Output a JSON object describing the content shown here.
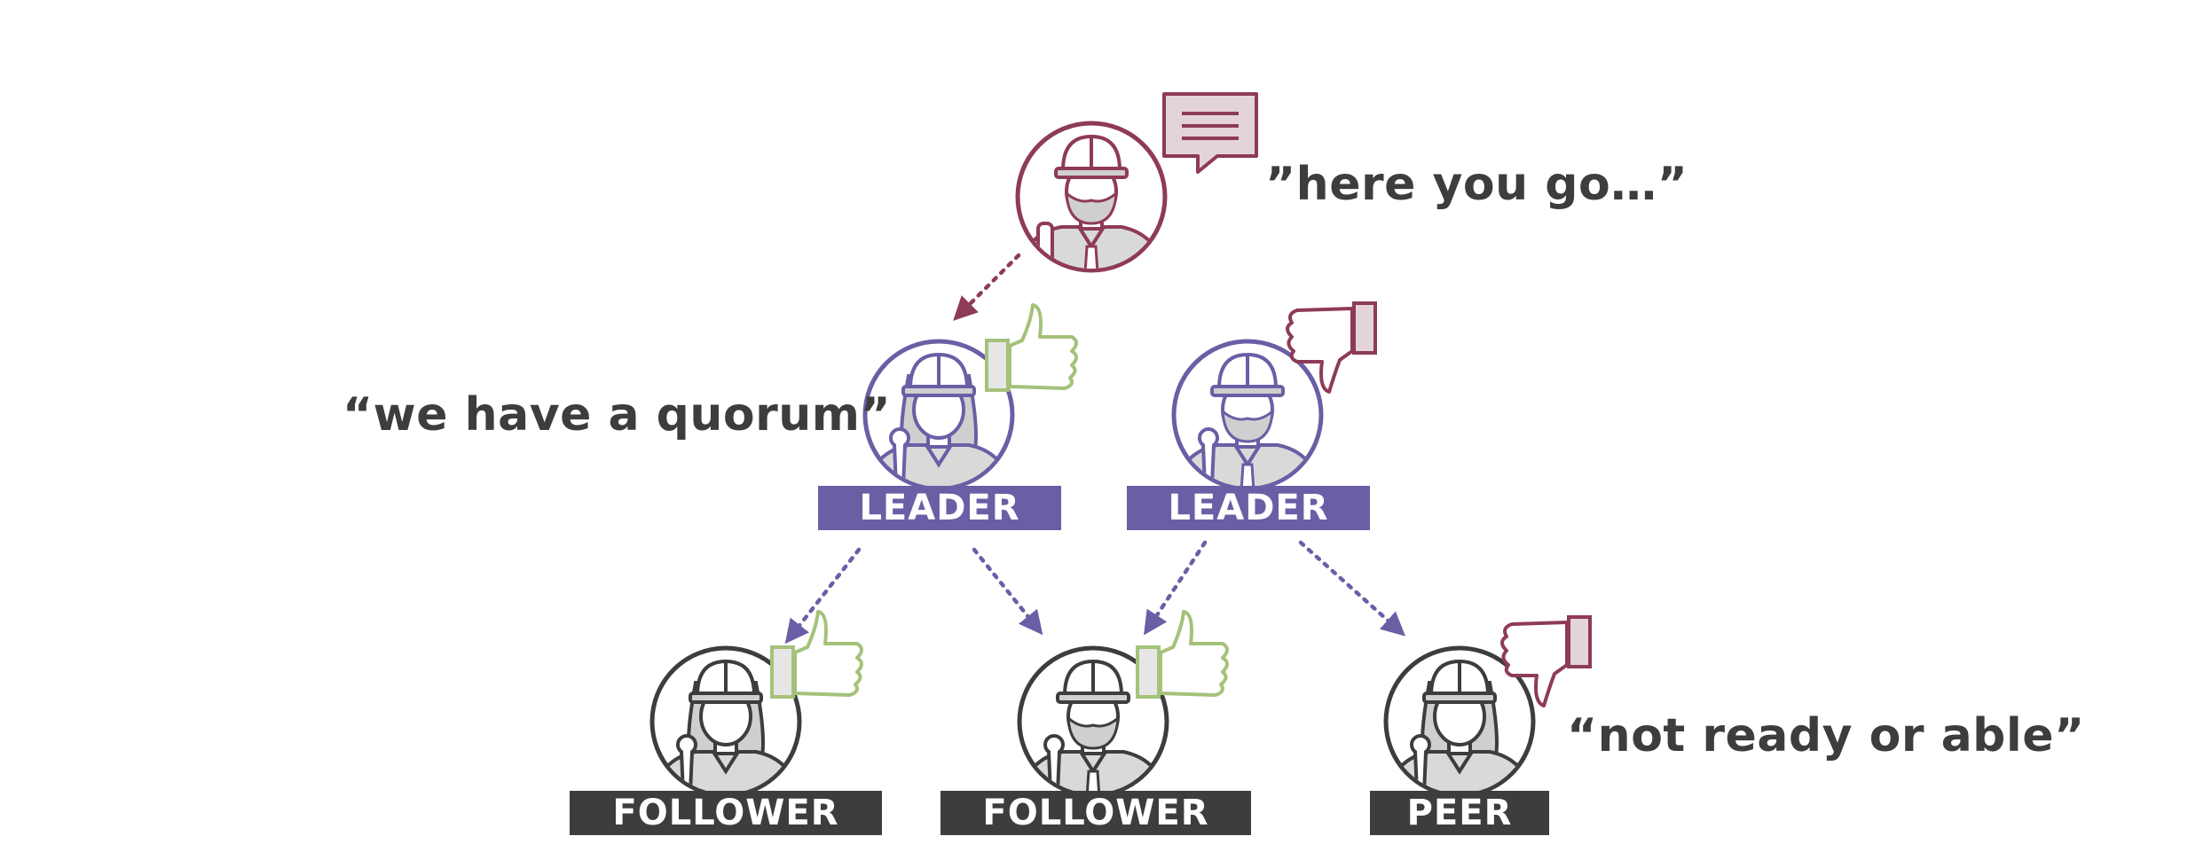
{
  "colors": {
    "initiator": "#8e3a59",
    "leader": "#6b5ea5",
    "follower": "#3d3d3d",
    "approve": "#a4c27a",
    "reject": "#8e3a59",
    "text": "#3d3d3d"
  },
  "quotes": {
    "initiator": "”here you go…”",
    "leader": "“we have a quorum”",
    "peer": "“not ready or able”"
  },
  "nodes": {
    "initiator": {
      "role": "",
      "icon": "male-worker-icon",
      "vote": "",
      "has_message": true
    },
    "leader_left": {
      "role": "LEADER",
      "icon": "female-worker-icon",
      "vote": "approve"
    },
    "leader_right": {
      "role": "LEADER",
      "icon": "male-worker-icon",
      "vote": "reject"
    },
    "follower_left": {
      "role": "FOLLOWER",
      "icon": "female-worker-icon",
      "vote": "approve"
    },
    "follower_middle": {
      "role": "FOLLOWER",
      "icon": "male-worker-icon",
      "vote": "approve"
    },
    "peer": {
      "role": "PEER",
      "icon": "female-worker-icon",
      "vote": "reject"
    }
  }
}
